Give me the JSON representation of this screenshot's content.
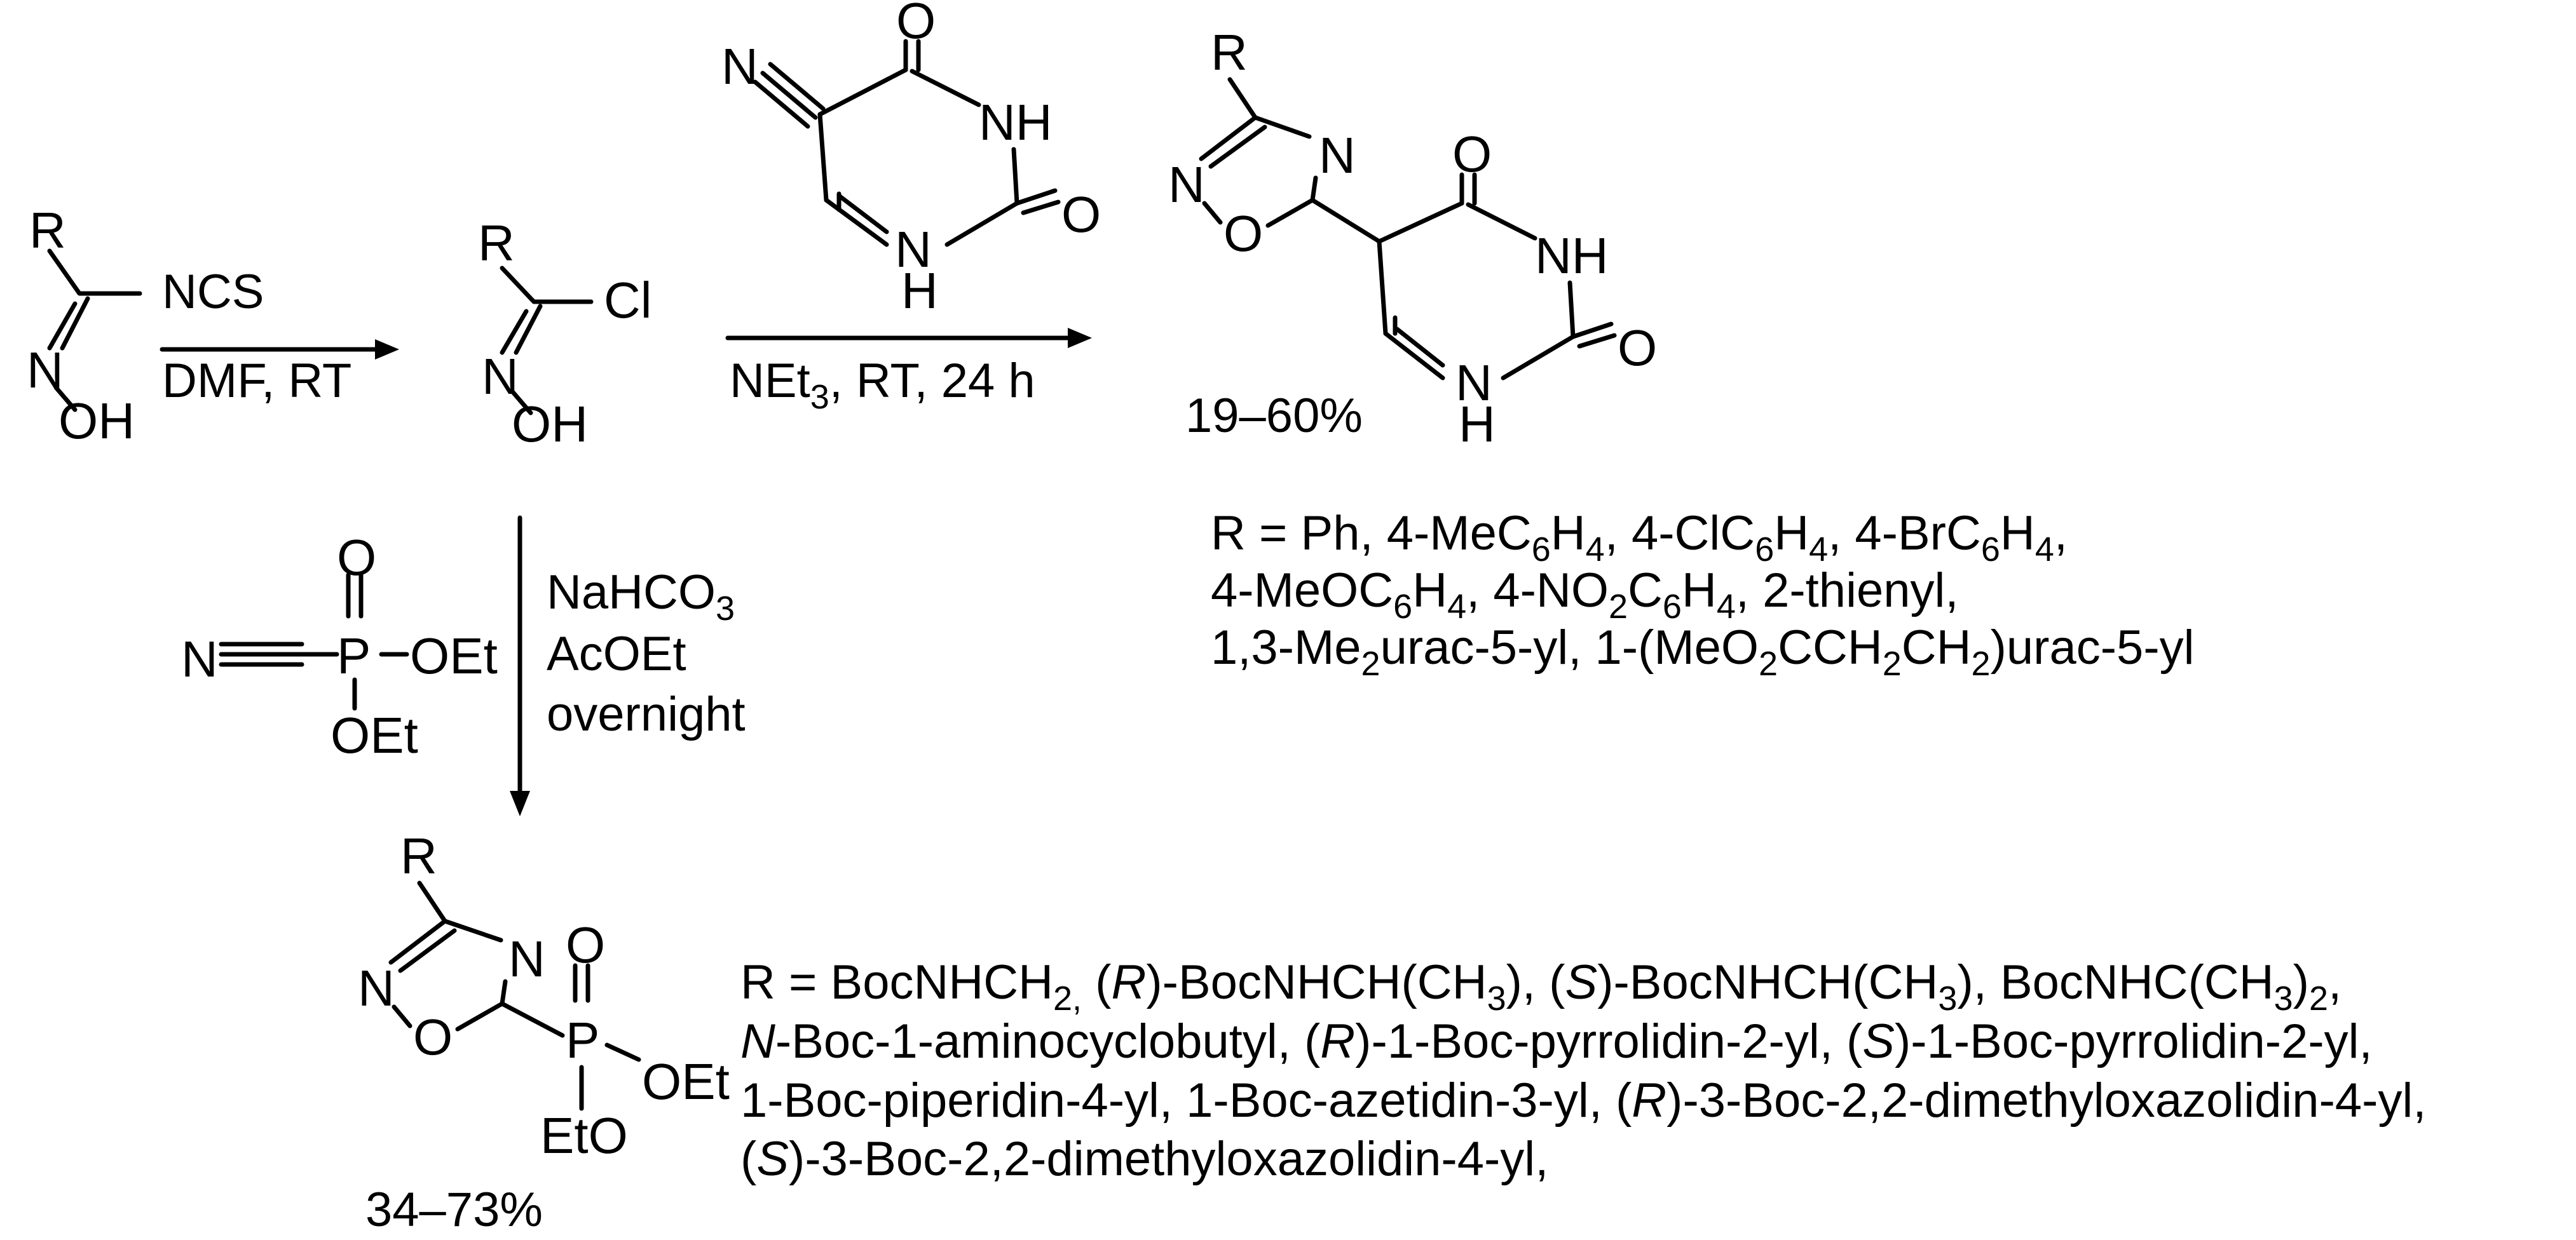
{
  "atoms": {
    "R": "R",
    "N": "N",
    "O": "O",
    "OH": "OH",
    "Cl": "Cl",
    "H": "H",
    "NH": "NH",
    "P": "P",
    "OEt": "OEt",
    "EtO": "EtO"
  },
  "reagents": {
    "step1_top": "NCS",
    "step1_bottom": "DMF,  RT",
    "step2_base": "NEt",
    "step2_sub": "3",
    "step2_rest": ", RT,  24 h",
    "step3_line1": "NaHCO",
    "step3_line1_sub": "3",
    "step3_line2": "AcOEt",
    "step3_line3": "overnight"
  },
  "yields": {
    "uracil_product": "19–60%",
    "phosphonate_product": "34–73%"
  },
  "r_list_top": {
    "line1": [
      "R = Ph, 4-MeC",
      "6",
      "H",
      "4",
      ", 4-ClC",
      "6",
      "H",
      "4",
      ", 4-BrC",
      "6",
      "H",
      "4",
      ","
    ],
    "line2": [
      "4-MeOC",
      "6",
      "H",
      "4",
      ", 4-NO",
      "2",
      "C",
      "6",
      "H",
      "4",
      ", 2-thienyl,"
    ],
    "line3": [
      "1,3-Me",
      "2",
      "urac-5-yl, 1-(MeO",
      "2",
      "CCH",
      "2",
      "CH",
      "2",
      ")urac-5-yl"
    ]
  },
  "r_list_bottom": {
    "line1": [
      "R = BocNHCH",
      "2,",
      " (",
      "R",
      ")-BocNHCH(CH",
      "3",
      "), (",
      "S",
      ")-BocNHCH(CH",
      "3",
      "), BocNHC(CH",
      "3",
      ")",
      "2",
      ","
    ],
    "line2": [
      "N",
      "-Boc-1-aminocyclobutyl,  (",
      "R",
      ")-1-Boc-pyrrolidin-2-yl, (",
      "S",
      ")-1-Boc-pyrrolidin-2-yl,"
    ],
    "line3": [
      "1-Boc-piperidin-4-yl, 1-Boc-azetidin-3-yl, (",
      "R",
      ")-3-Boc-2,2-dimethyloxazolidin-4-yl,"
    ],
    "line4": [
      "(",
      "S",
      ")-3-Boc-2,2-dimethyloxazolidin-4-yl,"
    ]
  }
}
